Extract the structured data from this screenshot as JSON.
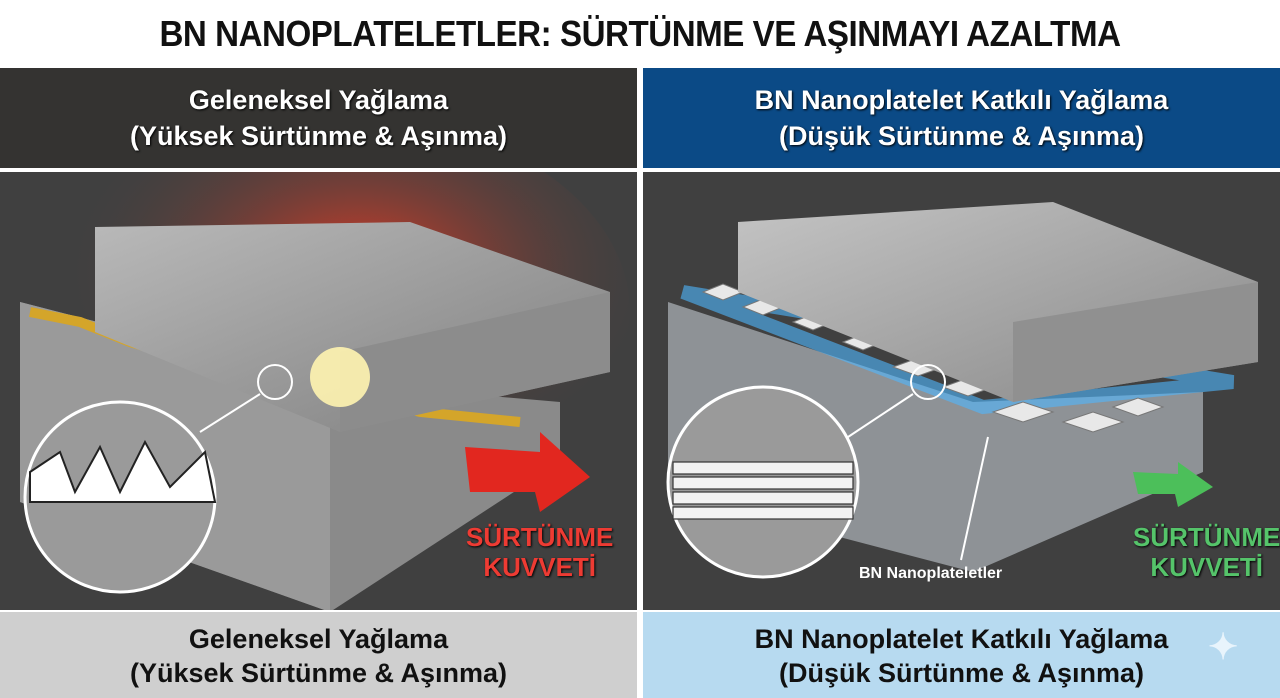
{
  "title": "BN NANOPLATELETLER: SÜRTÜNME VE AŞINMAYI AZALTMA",
  "left_panel": {
    "header_line1": "Geleneksel Yağlama",
    "header_line2": "(Yüksek Sürtünme & Aşınma)",
    "force_line1": "SÜRTÜNME",
    "force_line2": "KUVVETİ",
    "footer_line1": "Geleneksel Yağlama",
    "footer_line2": "(Yüksek Sürtünme & Aşınma)",
    "accent": "#ee3b33"
  },
  "right_panel": {
    "header_line1": "BN Nanoplatelet Katkılı Yağlama",
    "header_line2": "(Düşük Sürtünme & Aşınma)",
    "callout_label": "BN Nanoplateletler",
    "force_line1": "SÜRTÜNME",
    "force_line2": "KUVVETİ",
    "footer_line1": "BN Nanoplatelet Katkılı Yağlama",
    "footer_line2": "(Düşük Sürtünme & Aşınma)",
    "accent": "#55c46a"
  }
}
